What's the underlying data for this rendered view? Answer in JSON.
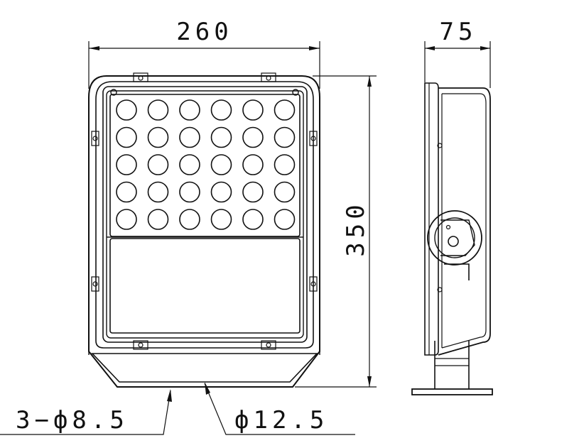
{
  "drawing": {
    "width_label": "260",
    "height_label": "350",
    "depth_label": "75",
    "mount_holes_label": "3−ф8.5",
    "cable_hole_label": "ф12.5"
  },
  "led_array": {
    "rows": 5,
    "cols": 6
  },
  "colors": {
    "line": "#111111",
    "background": "#ffffff"
  }
}
